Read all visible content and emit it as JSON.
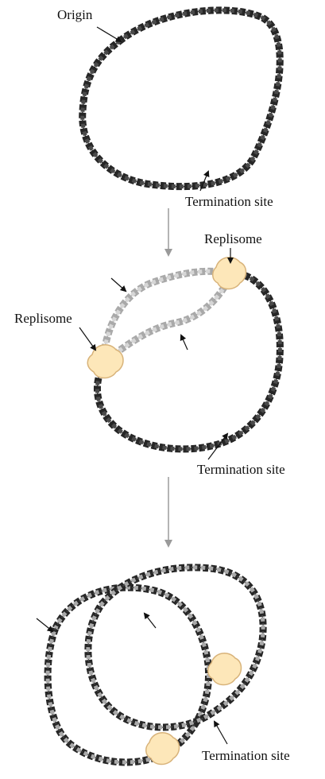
{
  "labels": {
    "origin": "Origin",
    "termination_1": "Termination site",
    "replisome_right": "Replisome",
    "replisome_left": "Replisome",
    "termination_2": "Termination site",
    "termination_3": "Termination site"
  },
  "colors": {
    "parental_strand": "#4a4a4a",
    "parental_strand_dark": "#262626",
    "new_strand": "#a9a9a9",
    "new_strand_light": "#d6d6d6",
    "replisome_fill": "#fde7b9",
    "replisome_stroke": "#d8b37a",
    "step_arrow": "#9a9a9a",
    "pointer": "#111111"
  },
  "icons": {
    "replisome": "replisome-icon",
    "step_arrow": "down-arrow-icon"
  }
}
